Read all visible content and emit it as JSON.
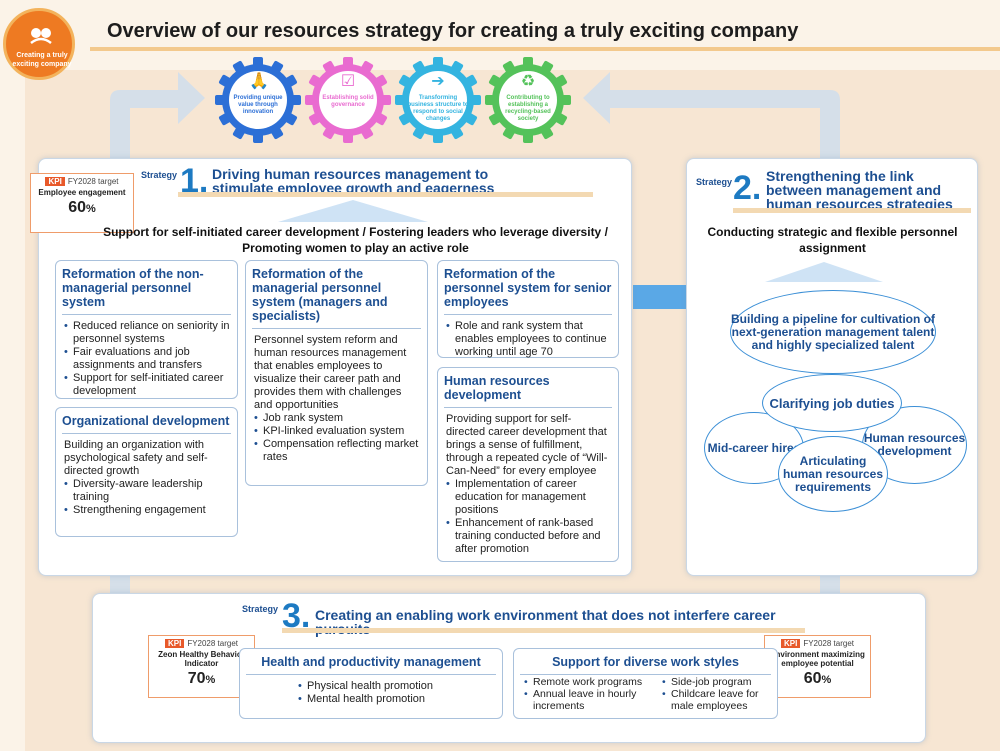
{
  "logo": {
    "text": "Creating a truly exciting company"
  },
  "title": "Overview of our resources strategy for creating a truly exciting company",
  "gears": [
    {
      "label": "Providing unique value through innovation",
      "color": "#2c6fd6",
      "icon": "hands-icon"
    },
    {
      "label": "Establishing solid governance",
      "color": "#e96bd0",
      "icon": "checklist-icon"
    },
    {
      "label": "Transforming business structure to respond to social changes",
      "color": "#34b4e0",
      "icon": "transform-icon"
    },
    {
      "label": "Contributing to establishing a recycling-based society",
      "color": "#54c25a",
      "icon": "recycle-icon"
    }
  ],
  "strategy_word": "Strategy",
  "s1": {
    "num": "1.",
    "title": "Driving human resources management to stimulate employee growth and eagerness",
    "kpi": {
      "tag": "KPI",
      "target": "FY2028 target",
      "name": "Employee engagement",
      "value": "60",
      "unit": "%"
    },
    "support": "Support for self-initiated career development / Fostering leaders who leverage diversity / Promoting women to play an active role",
    "b1": {
      "head": "Reformation of the non-managerial personnel system",
      "items": [
        "Reduced reliance on seniority in personnel systems",
        "Fair evaluations and job assignments and transfers",
        "Support for self-initiated career development"
      ]
    },
    "b2": {
      "head": "Organizational development",
      "text": "Building an organization with psychological safety and self-directed growth",
      "items": [
        "Diversity-aware leadership training",
        "Strengthening engagement"
      ]
    },
    "b3": {
      "head": "Reformation of the managerial personnel system (managers and specialists)",
      "text": "Personnel system reform and human resources management that enables employees to visualize their career path and provides them with challenges and opportunities",
      "items": [
        "Job rank system",
        "KPI-linked evaluation system",
        "Compensation reflecting market rates"
      ]
    },
    "b4": {
      "head": "Reformation of the personnel system for senior employees",
      "items": [
        "Role and rank system that enables employees to continue working until age 70"
      ]
    },
    "b5": {
      "head": "Human resources development",
      "text": "Providing support for self-directed career development that brings a sense of fulfillment, through a repeated cycle of “Will-Can-Need” for every employee",
      "items": [
        "Implementation of career education for management positions",
        "Enhancement of rank-based training conducted before and after promotion"
      ]
    }
  },
  "s2": {
    "num": "2.",
    "title": "Strengthening the link between management and human resources strategies",
    "sub": "Conducting strategic and flexible personnel assignment",
    "pipeline": "Building a pipeline for cultivation of next-generation management talent and highly specialized talent",
    "clarify": "Clarifying job duties",
    "midcareer": "Mid-career hires",
    "hrdev": "Human resources development",
    "articulate": "Articulating human resources requirements"
  },
  "s3": {
    "num": "3.",
    "title": "Creating an enabling work environment that does not interfere career pursuits",
    "kpi_left": {
      "tag": "KPI",
      "target": "FY2028 target",
      "name": "Zeon Healthy Behavior Indicator",
      "value": "70",
      "unit": "%"
    },
    "kpi_right": {
      "tag": "KPI",
      "target": "FY2028 target",
      "name": "Environment maximizing employee potential",
      "value": "60",
      "unit": "%"
    },
    "health": {
      "head": "Health and productivity management",
      "items": [
        "Physical health promotion",
        "Mental health promotion"
      ]
    },
    "diverse": {
      "head": "Support for diverse work styles",
      "items": [
        "Remote work programs",
        "Annual leave in hourly increments",
        "Side-job program",
        "Childcare leave for male employees"
      ]
    }
  }
}
